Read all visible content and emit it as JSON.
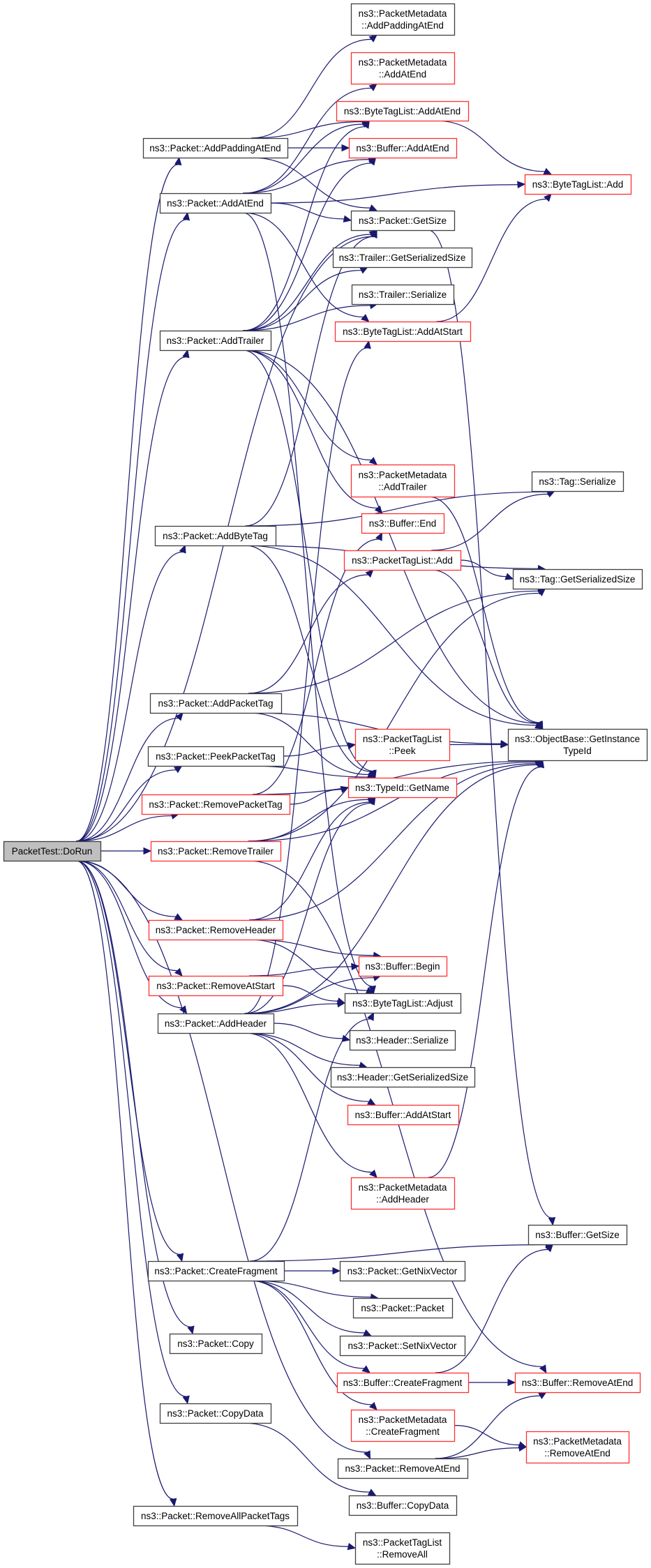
{
  "diagram": {
    "type": "call-graph",
    "title": "PacketTest::DoRun call graph",
    "colors": {
      "edge": "#191970",
      "node_border": "#404040",
      "node_border_truncated": "#ff3030",
      "root_fill": "#bfbfbf",
      "node_fill": "#ffffff"
    },
    "nodes": [
      {
        "id": "root",
        "lines": [
          "PacketTest::DoRun"
        ],
        "style": "root"
      },
      {
        "id": "p_addpad",
        "lines": [
          "ns3::Packet::AddPaddingAtEnd"
        ],
        "style": "normal"
      },
      {
        "id": "p_addatend",
        "lines": [
          "ns3::Packet::AddAtEnd"
        ],
        "style": "normal"
      },
      {
        "id": "p_addtrailer",
        "lines": [
          "ns3::Packet::AddTrailer"
        ],
        "style": "normal"
      },
      {
        "id": "p_addbytetag",
        "lines": [
          "ns3::Packet::AddByteTag"
        ],
        "style": "normal"
      },
      {
        "id": "p_addpackettag",
        "lines": [
          "ns3::Packet::AddPacketTag"
        ],
        "style": "normal"
      },
      {
        "id": "p_peekpackettag",
        "lines": [
          "ns3::Packet::PeekPacketTag"
        ],
        "style": "normal"
      },
      {
        "id": "p_removepackettag",
        "lines": [
          "ns3::Packet::RemovePacketTag"
        ],
        "style": "red"
      },
      {
        "id": "p_removetrailer",
        "lines": [
          "ns3::Packet::RemoveTrailer"
        ],
        "style": "red"
      },
      {
        "id": "p_removeheader",
        "lines": [
          "ns3::Packet::RemoveHeader"
        ],
        "style": "red"
      },
      {
        "id": "p_removeatstart",
        "lines": [
          "ns3::Packet::RemoveAtStart"
        ],
        "style": "red"
      },
      {
        "id": "p_addheader",
        "lines": [
          "ns3::Packet::AddHeader"
        ],
        "style": "normal"
      },
      {
        "id": "p_createfragment",
        "lines": [
          "ns3::Packet::CreateFragment"
        ],
        "style": "normal"
      },
      {
        "id": "p_copy",
        "lines": [
          "ns3::Packet::Copy"
        ],
        "style": "normal"
      },
      {
        "id": "p_copydata",
        "lines": [
          "ns3::Packet::CopyData"
        ],
        "style": "normal"
      },
      {
        "id": "p_removeallpackettags",
        "lines": [
          "ns3::Packet::RemoveAllPacketTags"
        ],
        "style": "normal"
      },
      {
        "id": "pm_addpad",
        "lines": [
          "ns3::PacketMetadata",
          "::AddPaddingAtEnd"
        ],
        "style": "normal"
      },
      {
        "id": "pm_addatend",
        "lines": [
          "ns3::PacketMetadata",
          "::AddAtEnd"
        ],
        "style": "red"
      },
      {
        "id": "btl_addatend",
        "lines": [
          "ns3::ByteTagList::AddAtEnd"
        ],
        "style": "red"
      },
      {
        "id": "buf_addatend",
        "lines": [
          "ns3::Buffer::AddAtEnd"
        ],
        "style": "red"
      },
      {
        "id": "btl_add",
        "lines": [
          "ns3::ByteTagList::Add"
        ],
        "style": "red"
      },
      {
        "id": "p_getsize",
        "lines": [
          "ns3::Packet::GetSize"
        ],
        "style": "normal"
      },
      {
        "id": "tr_getser",
        "lines": [
          "ns3::Trailer::GetSerializedSize"
        ],
        "style": "normal"
      },
      {
        "id": "tr_ser",
        "lines": [
          "ns3::Trailer::Serialize"
        ],
        "style": "normal"
      },
      {
        "id": "btl_addatstart",
        "lines": [
          "ns3::ByteTagList::AddAtStart"
        ],
        "style": "red"
      },
      {
        "id": "pm_addtrailer",
        "lines": [
          "ns3::PacketMetadata",
          "::AddTrailer"
        ],
        "style": "red"
      },
      {
        "id": "tag_ser",
        "lines": [
          "ns3::Tag::Serialize"
        ],
        "style": "normal"
      },
      {
        "id": "buf_end",
        "lines": [
          "ns3::Buffer::End"
        ],
        "style": "red"
      },
      {
        "id": "ptl_add",
        "lines": [
          "ns3::PacketTagList::Add"
        ],
        "style": "red"
      },
      {
        "id": "tag_getser",
        "lines": [
          "ns3::Tag::GetSerializedSize"
        ],
        "style": "normal"
      },
      {
        "id": "ob_getinst",
        "lines": [
          "ns3::ObjectBase::GetInstance",
          "TypeId"
        ],
        "style": "normal"
      },
      {
        "id": "ptl_peek",
        "lines": [
          "ns3::PacketTagList",
          "::Peek"
        ],
        "style": "red"
      },
      {
        "id": "tid_getname",
        "lines": [
          "ns3::TypeId::GetName"
        ],
        "style": "red"
      },
      {
        "id": "buf_begin",
        "lines": [
          "ns3::Buffer::Begin"
        ],
        "style": "red"
      },
      {
        "id": "btl_adjust",
        "lines": [
          "ns3::ByteTagList::Adjust"
        ],
        "style": "normal"
      },
      {
        "id": "hdr_ser",
        "lines": [
          "ns3::Header::Serialize"
        ],
        "style": "normal"
      },
      {
        "id": "hdr_getser",
        "lines": [
          "ns3::Header::GetSerializedSize"
        ],
        "style": "normal"
      },
      {
        "id": "buf_addatstart",
        "lines": [
          "ns3::Buffer::AddAtStart"
        ],
        "style": "red"
      },
      {
        "id": "pm_addheader",
        "lines": [
          "ns3::PacketMetadata",
          "::AddHeader"
        ],
        "style": "red"
      },
      {
        "id": "buf_getsize",
        "lines": [
          "ns3::Buffer::GetSize"
        ],
        "style": "normal"
      },
      {
        "id": "p_getnix",
        "lines": [
          "ns3::Packet::GetNixVector"
        ],
        "style": "normal"
      },
      {
        "id": "p_packet",
        "lines": [
          "ns3::Packet::Packet"
        ],
        "style": "normal"
      },
      {
        "id": "p_setnix",
        "lines": [
          "ns3::Packet::SetNixVector"
        ],
        "style": "normal"
      },
      {
        "id": "buf_createfrag",
        "lines": [
          "ns3::Buffer::CreateFragment"
        ],
        "style": "red"
      },
      {
        "id": "buf_removeatend",
        "lines": [
          "ns3::Buffer::RemoveAtEnd"
        ],
        "style": "red"
      },
      {
        "id": "pm_createfrag",
        "lines": [
          "ns3::PacketMetadata",
          "::CreateFragment"
        ],
        "style": "red"
      },
      {
        "id": "pm_removeatend",
        "lines": [
          "ns3::PacketMetadata",
          "::RemoveAtEnd"
        ],
        "style": "red"
      },
      {
        "id": "p_removeatend",
        "lines": [
          "ns3::Packet::RemoveAtEnd"
        ],
        "style": "normal"
      },
      {
        "id": "buf_copydata",
        "lines": [
          "ns3::Buffer::CopyData"
        ],
        "style": "normal"
      },
      {
        "id": "ptl_removeall",
        "lines": [
          "ns3::PacketTagList",
          "::RemoveAll"
        ],
        "style": "normal"
      }
    ],
    "edges": [
      [
        "root",
        "p_addpad"
      ],
      [
        "root",
        "p_addatend"
      ],
      [
        "root",
        "p_getsize"
      ],
      [
        "root",
        "p_addtrailer"
      ],
      [
        "root",
        "p_addbytetag"
      ],
      [
        "root",
        "p_addpackettag"
      ],
      [
        "root",
        "p_peekpackettag"
      ],
      [
        "root",
        "p_removepackettag"
      ],
      [
        "root",
        "p_removetrailer"
      ],
      [
        "root",
        "p_removeheader"
      ],
      [
        "root",
        "p_removeatstart"
      ],
      [
        "root",
        "p_addheader"
      ],
      [
        "root",
        "p_createfragment"
      ],
      [
        "root",
        "p_copy"
      ],
      [
        "root",
        "p_copydata"
      ],
      [
        "root",
        "p_removeallpackettags"
      ],
      [
        "root",
        "p_removeatend"
      ],
      [
        "p_addpad",
        "pm_addpad"
      ],
      [
        "p_addpad",
        "btl_addatend"
      ],
      [
        "p_addpad",
        "buf_addatend"
      ],
      [
        "p_addpad",
        "p_getsize"
      ],
      [
        "p_addatend",
        "pm_addatend"
      ],
      [
        "p_addatend",
        "btl_addatend"
      ],
      [
        "p_addatend",
        "buf_addatend"
      ],
      [
        "p_addatend",
        "btl_add"
      ],
      [
        "p_addatend",
        "p_getsize"
      ],
      [
        "p_addatend",
        "btl_addatstart"
      ],
      [
        "p_addatend",
        "btl_adjust"
      ],
      [
        "p_addtrailer",
        "btl_addatend"
      ],
      [
        "p_addtrailer",
        "buf_addatend"
      ],
      [
        "p_addtrailer",
        "p_getsize"
      ],
      [
        "p_addtrailer",
        "tr_getser"
      ],
      [
        "p_addtrailer",
        "tr_ser"
      ],
      [
        "p_addtrailer",
        "pm_addtrailer"
      ],
      [
        "p_addtrailer",
        "buf_end"
      ],
      [
        "p_addtrailer",
        "ob_getinst"
      ],
      [
        "p_addtrailer",
        "tid_getname"
      ],
      [
        "p_addbytetag",
        "p_getsize"
      ],
      [
        "p_addbytetag",
        "tag_ser"
      ],
      [
        "p_addbytetag",
        "tag_getser"
      ],
      [
        "p_addbytetag",
        "ob_getinst"
      ],
      [
        "p_addbytetag",
        "tid_getname"
      ],
      [
        "p_addpackettag",
        "ptl_add"
      ],
      [
        "p_addpackettag",
        "tag_getser"
      ],
      [
        "p_addpackettag",
        "ob_getinst"
      ],
      [
        "p_addpackettag",
        "tid_getname"
      ],
      [
        "p_peekpackettag",
        "ptl_peek"
      ],
      [
        "p_peekpackettag",
        "tid_getname"
      ],
      [
        "p_removepackettag",
        "tid_getname"
      ],
      [
        "p_removepackettag",
        "ob_getinst"
      ],
      [
        "p_removepackettag",
        "buf_end"
      ],
      [
        "p_removetrailer",
        "tid_getname"
      ],
      [
        "p_removetrailer",
        "ob_getinst"
      ],
      [
        "p_removetrailer",
        "tag_getser"
      ],
      [
        "p_removetrailer",
        "buf_removeatend"
      ],
      [
        "p_removeheader",
        "tid_getname"
      ],
      [
        "p_removeheader",
        "ob_getinst"
      ],
      [
        "p_removeheader",
        "buf_begin"
      ],
      [
        "p_removeheader",
        "btl_adjust"
      ],
      [
        "p_removeatstart",
        "btl_adjust"
      ],
      [
        "p_removeatstart",
        "buf_begin"
      ],
      [
        "p_addheader",
        "btl_addatstart"
      ],
      [
        "p_addheader",
        "buf_begin"
      ],
      [
        "p_addheader",
        "btl_adjust"
      ],
      [
        "p_addheader",
        "hdr_ser"
      ],
      [
        "p_addheader",
        "hdr_getser"
      ],
      [
        "p_addheader",
        "buf_addatstart"
      ],
      [
        "p_addheader",
        "pm_addheader"
      ],
      [
        "p_addheader",
        "ob_getinst"
      ],
      [
        "p_addheader",
        "tid_getname"
      ],
      [
        "p_createfragment",
        "btl_adjust"
      ],
      [
        "p_createfragment",
        "buf_getsize"
      ],
      [
        "p_createfragment",
        "p_getnix"
      ],
      [
        "p_createfragment",
        "p_packet"
      ],
      [
        "p_createfragment",
        "p_setnix"
      ],
      [
        "p_createfragment",
        "buf_createfrag"
      ],
      [
        "p_createfragment",
        "pm_createfrag"
      ],
      [
        "p_copydata",
        "buf_copydata"
      ],
      [
        "p_removeallpackettags",
        "ptl_removeall"
      ],
      [
        "btl_addatend",
        "btl_add"
      ],
      [
        "btl_addatstart",
        "btl_add"
      ],
      [
        "p_getsize",
        "buf_getsize"
      ],
      [
        "pm_addtrailer",
        "ob_getinst"
      ],
      [
        "ptl_add",
        "tag_ser"
      ],
      [
        "ptl_add",
        "tag_getser"
      ],
      [
        "ptl_add",
        "ob_getinst"
      ],
      [
        "ptl_peek",
        "ob_getinst"
      ],
      [
        "pm_addheader",
        "ob_getinst"
      ],
      [
        "buf_createfrag",
        "buf_getsize"
      ],
      [
        "buf_createfrag",
        "buf_removeatend"
      ],
      [
        "pm_createfrag",
        "pm_removeatend"
      ],
      [
        "p_removeatend",
        "buf_removeatend"
      ],
      [
        "p_removeatend",
        "pm_removeatend"
      ]
    ]
  }
}
